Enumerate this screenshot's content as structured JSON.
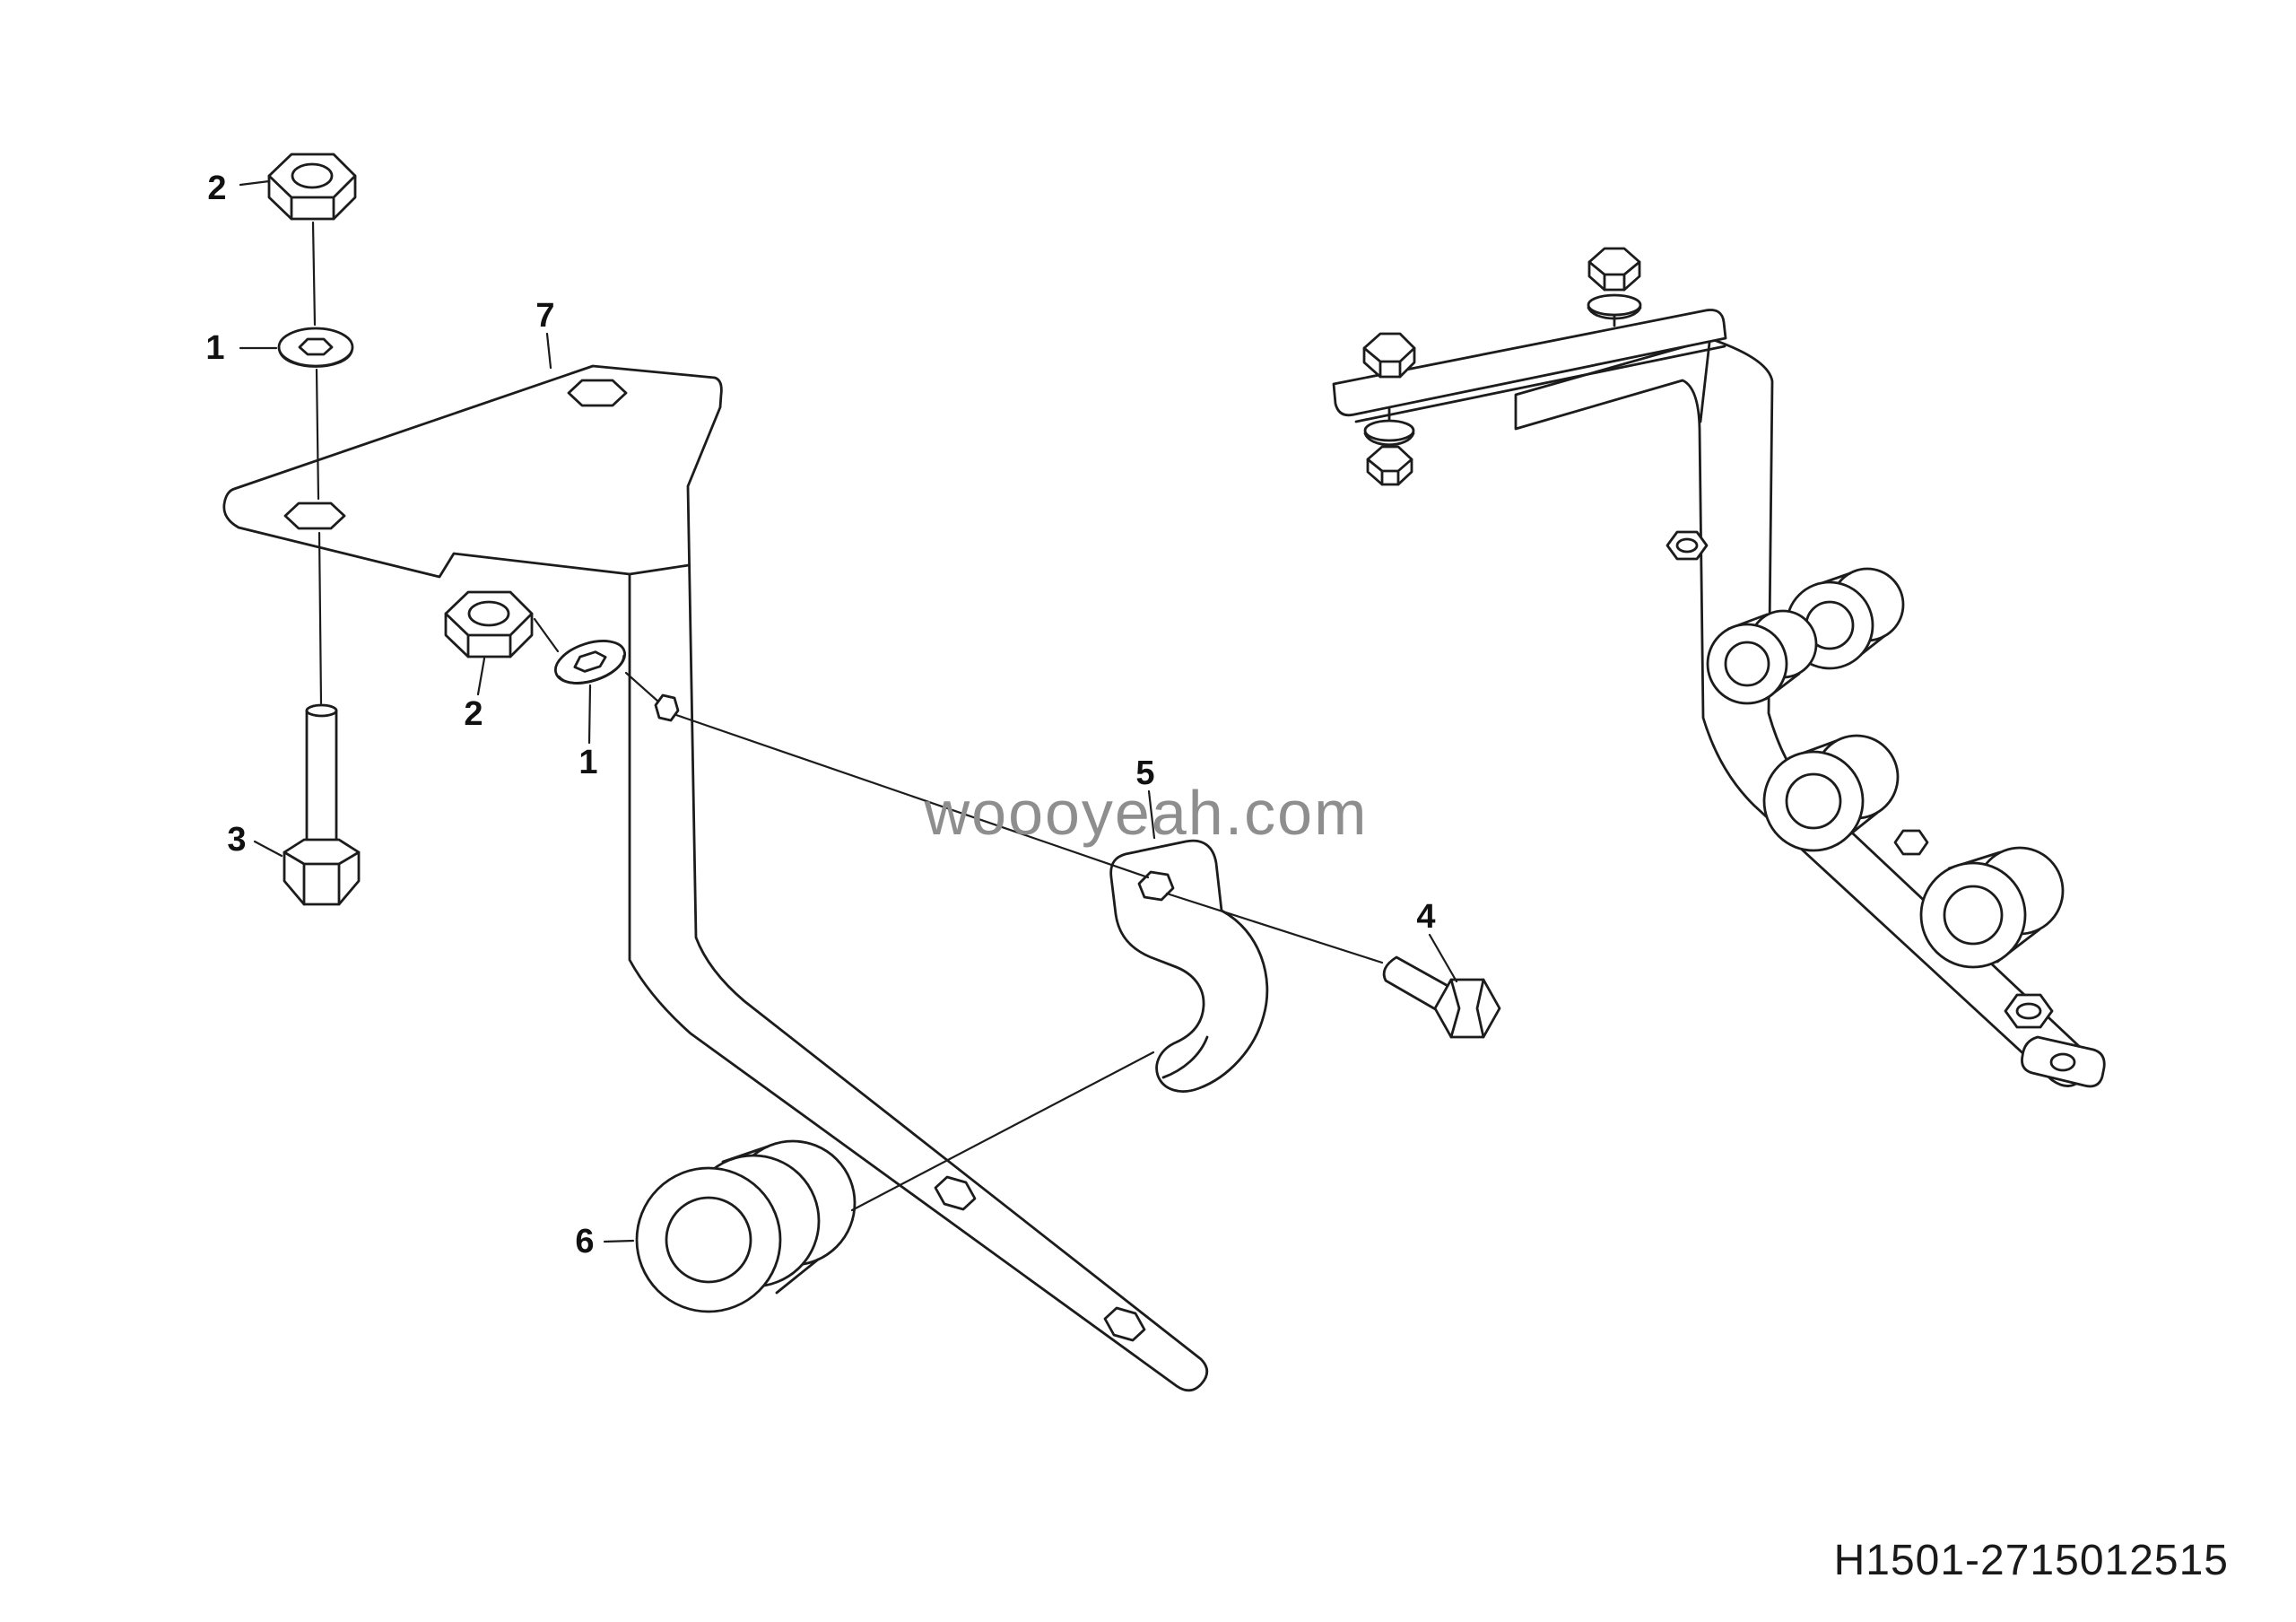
{
  "diagram": {
    "watermark": "woooyeah.com",
    "part_number": "H1501-2715012515",
    "callouts": [
      {
        "label": "2"
      },
      {
        "label": "1"
      },
      {
        "label": "7"
      },
      {
        "label": "2"
      },
      {
        "label": "1"
      },
      {
        "label": "3"
      },
      {
        "label": "5"
      },
      {
        "label": "4"
      },
      {
        "label": "6"
      }
    ]
  }
}
